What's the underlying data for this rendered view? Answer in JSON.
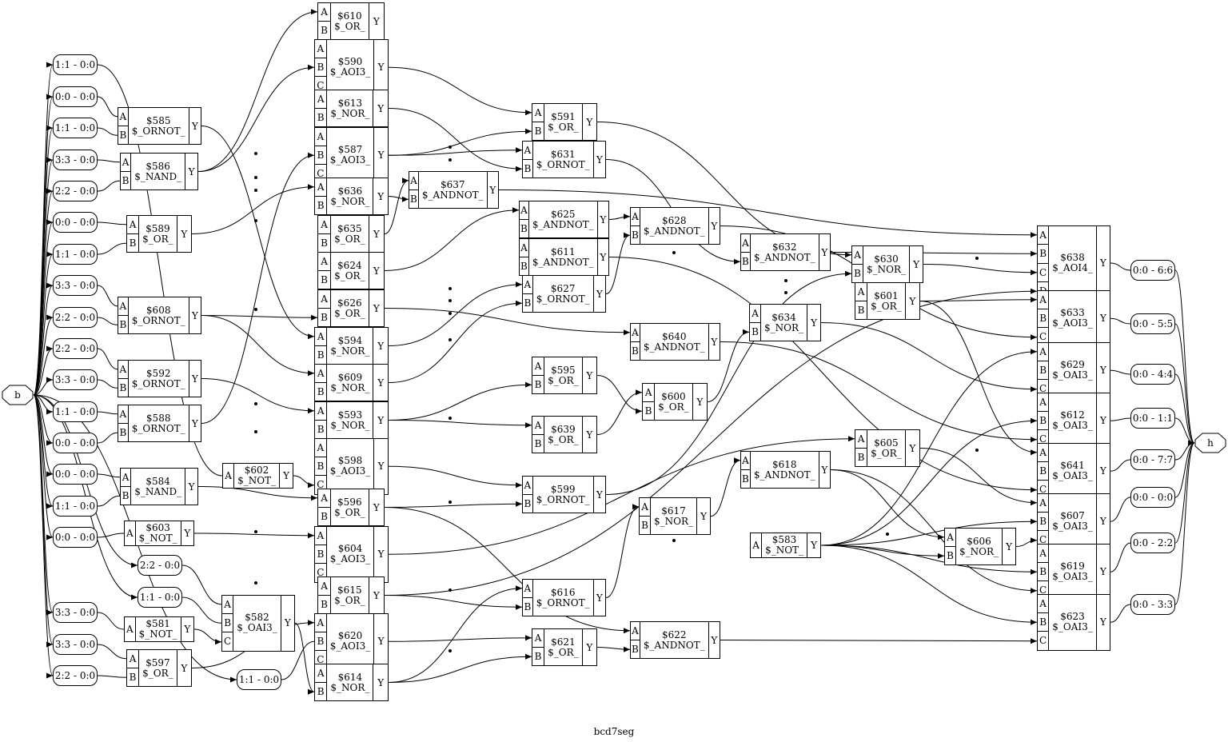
{
  "diagram": {
    "title": "bcd7seg",
    "input_port": {
      "label": "b"
    },
    "output_port": {
      "label": "h"
    },
    "cells": [
      {
        "id": "610",
        "type": "$_OR_",
        "pins": [
          "A",
          "B"
        ]
      },
      {
        "id": "590",
        "type": "$_AOI3_",
        "pins": [
          "A",
          "B",
          "C"
        ]
      },
      {
        "id": "613",
        "type": "$_NOR_",
        "pins": [
          "A",
          "B"
        ]
      },
      {
        "id": "587",
        "type": "$_AOI3_",
        "pins": [
          "A",
          "B",
          "C"
        ]
      },
      {
        "id": "636",
        "type": "$_NOR_",
        "pins": [
          "A",
          "B"
        ]
      },
      {
        "id": "635",
        "type": "$_OR_",
        "pins": [
          "A",
          "B"
        ]
      },
      {
        "id": "624",
        "type": "$_OR_",
        "pins": [
          "A",
          "B"
        ]
      },
      {
        "id": "626",
        "type": "$_OR_",
        "pins": [
          "A",
          "B"
        ]
      },
      {
        "id": "594",
        "type": "$_NOR_",
        "pins": [
          "A",
          "B"
        ]
      },
      {
        "id": "609",
        "type": "$_NOR_",
        "pins": [
          "A",
          "B"
        ]
      },
      {
        "id": "593",
        "type": "$_NOR_",
        "pins": [
          "A",
          "B"
        ]
      },
      {
        "id": "598",
        "type": "$_AOI3_",
        "pins": [
          "A",
          "B",
          "C"
        ]
      },
      {
        "id": "596",
        "type": "$_OR_",
        "pins": [
          "A",
          "B"
        ]
      },
      {
        "id": "604",
        "type": "$_AOI3_",
        "pins": [
          "A",
          "B",
          "C"
        ]
      },
      {
        "id": "615",
        "type": "$_OR_",
        "pins": [
          "A",
          "B"
        ]
      },
      {
        "id": "620",
        "type": "$_AOI3_",
        "pins": [
          "A",
          "B",
          "C"
        ]
      },
      {
        "id": "614",
        "type": "$_NOR_",
        "pins": [
          "A",
          "B"
        ]
      },
      {
        "id": "585",
        "type": "$_ORNOT_",
        "pins": [
          "A",
          "B"
        ]
      },
      {
        "id": "586",
        "type": "$_NAND_",
        "pins": [
          "A",
          "B"
        ]
      },
      {
        "id": "589",
        "type": "$_OR_",
        "pins": [
          "A",
          "B"
        ]
      },
      {
        "id": "608",
        "type": "$_ORNOT_",
        "pins": [
          "A",
          "B"
        ]
      },
      {
        "id": "592",
        "type": "$_ORNOT_",
        "pins": [
          "A",
          "B"
        ]
      },
      {
        "id": "588",
        "type": "$_ORNOT_",
        "pins": [
          "A",
          "B"
        ]
      },
      {
        "id": "584",
        "type": "$_NAND_",
        "pins": [
          "A",
          "B"
        ]
      },
      {
        "id": "602",
        "type": "$_NOT_",
        "pins": [
          "A"
        ]
      },
      {
        "id": "603",
        "type": "$_NOT_",
        "pins": [
          "A"
        ]
      },
      {
        "id": "582",
        "type": "$_OAI3_",
        "pins": [
          "A",
          "B",
          "C"
        ]
      },
      {
        "id": "581",
        "type": "$_NOT_",
        "pins": [
          "A"
        ]
      },
      {
        "id": "597",
        "type": "$_OR_",
        "pins": [
          "A",
          "B"
        ]
      },
      {
        "id": "637",
        "type": "$_ANDNOT_",
        "pins": [
          "A",
          "B"
        ]
      },
      {
        "id": "591",
        "type": "$_OR_",
        "pins": [
          "A",
          "B"
        ]
      },
      {
        "id": "631",
        "type": "$_ORNOT_",
        "pins": [
          "A",
          "B"
        ]
      },
      {
        "id": "625",
        "type": "$_ANDNOT_",
        "pins": [
          "A",
          "B"
        ]
      },
      {
        "id": "611",
        "type": "$_ANDNOT_",
        "pins": [
          "A",
          "B"
        ]
      },
      {
        "id": "627",
        "type": "$_ORNOT_",
        "pins": [
          "A",
          "B"
        ]
      },
      {
        "id": "595",
        "type": "$_OR_",
        "pins": [
          "A",
          "B"
        ]
      },
      {
        "id": "639",
        "type": "$_OR_",
        "pins": [
          "A",
          "B"
        ]
      },
      {
        "id": "599",
        "type": "$_ORNOT_",
        "pins": [
          "A",
          "B"
        ]
      },
      {
        "id": "616",
        "type": "$_ORNOT_",
        "pins": [
          "A",
          "B"
        ]
      },
      {
        "id": "621",
        "type": "$_OR_",
        "pins": [
          "A",
          "B"
        ]
      },
      {
        "id": "628",
        "type": "$_ANDNOT_",
        "pins": [
          "A",
          "B"
        ]
      },
      {
        "id": "640",
        "type": "$_ANDNOT_",
        "pins": [
          "A",
          "B"
        ]
      },
      {
        "id": "600",
        "type": "$_OR_",
        "pins": [
          "A",
          "B"
        ]
      },
      {
        "id": "617",
        "type": "$_NOR_",
        "pins": [
          "A",
          "B"
        ]
      },
      {
        "id": "622",
        "type": "$_ANDNOT_",
        "pins": [
          "A",
          "B"
        ]
      },
      {
        "id": "632",
        "type": "$_ANDNOT_",
        "pins": [
          "A",
          "B"
        ]
      },
      {
        "id": "634",
        "type": "$_NOR_",
        "pins": [
          "A",
          "B"
        ]
      },
      {
        "id": "618",
        "type": "$_ANDNOT_",
        "pins": [
          "A",
          "B"
        ]
      },
      {
        "id": "583",
        "type": "$_NOT_",
        "pins": [
          "A"
        ]
      },
      {
        "id": "630",
        "type": "$_NOR_",
        "pins": [
          "A",
          "B"
        ]
      },
      {
        "id": "601",
        "type": "$_OR_",
        "pins": [
          "A",
          "B"
        ]
      },
      {
        "id": "605",
        "type": "$_OR_",
        "pins": [
          "A",
          "B"
        ]
      },
      {
        "id": "606",
        "type": "$_NOR_",
        "pins": [
          "A",
          "B"
        ]
      },
      {
        "id": "638",
        "type": "$_AOI4_",
        "pins": [
          "A",
          "B",
          "C",
          "D"
        ]
      },
      {
        "id": "633",
        "type": "$_AOI3_",
        "pins": [
          "A",
          "B",
          "C"
        ]
      },
      {
        "id": "629",
        "type": "$_OAI3_",
        "pins": [
          "A",
          "B",
          "C"
        ]
      },
      {
        "id": "612",
        "type": "$_OAI3_",
        "pins": [
          "A",
          "B",
          "C"
        ]
      },
      {
        "id": "641",
        "type": "$_OAI3_",
        "pins": [
          "A",
          "B",
          "C"
        ]
      },
      {
        "id": "607",
        "type": "$_OAI3_",
        "pins": [
          "A",
          "B",
          "C"
        ]
      },
      {
        "id": "619",
        "type": "$_OAI3_",
        "pins": [
          "A",
          "B",
          "C"
        ]
      },
      {
        "id": "623",
        "type": "$_OAI3_",
        "pins": [
          "A",
          "B",
          "C"
        ]
      }
    ],
    "input_slices": [
      "1:1 - 0:0",
      "0:0 - 0:0",
      "1:1 - 0:0",
      "3:3 - 0:0",
      "2:2 - 0:0",
      "0:0 - 0:0",
      "1:1 - 0:0",
      "3:3 - 0:0",
      "2:2 - 0:0",
      "2:2 - 0:0",
      "3:3 - 0:0",
      "1:1 - 0:0",
      "0:0 - 0:0",
      "0:0 - 0:0",
      "1:1 - 0:0",
      "0:0 - 0:0",
      "2:2 - 0:0",
      "1:1 - 0:0",
      "3:3 - 0:0",
      "3:3 - 0:0",
      "2:2 - 0:0",
      "1:1 - 0:0"
    ],
    "output_slices": [
      "0:0 - 6:6",
      "0:0 - 5:5",
      "0:0 - 4:4",
      "0:0 - 1:1",
      "0:0 - 7:7",
      "0:0 - 0:0",
      "0:0 - 2:2",
      "0:0 - 3:3"
    ],
    "pin_output_label": "Y"
  }
}
